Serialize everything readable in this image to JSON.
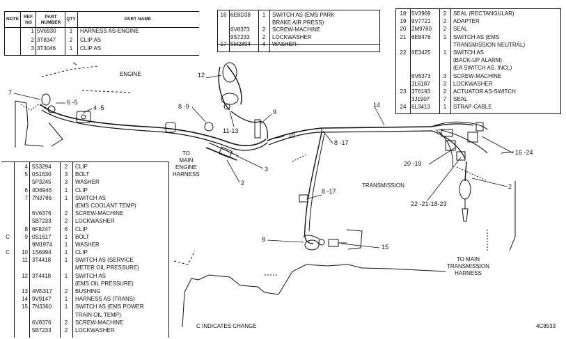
{
  "table_top_left": {
    "headers": {
      "note": "NOTE",
      "ref": "REF. NO",
      "part": "PART NUMBER",
      "qty": "QTY",
      "name": "PART NAME"
    },
    "rows": [
      {
        "note": "",
        "ref": "1",
        "part": "5V6930",
        "qty": "1",
        "name": "HARNESS AS-ENGINE"
      },
      {
        "note": "",
        "ref": "2",
        "part": "3T8347",
        "qty": "2",
        "name": "CLIP AS"
      },
      {
        "note": "",
        "ref": "3",
        "part": "3T3046",
        "qty": "1",
        "name": "CLIP AS"
      }
    ]
  },
  "table_top_middle": {
    "rows": [
      {
        "ref": "16",
        "part": "6E8D38",
        "qty": "1",
        "name": "SWITCH AS (EMS PARK"
      },
      {
        "ref": "",
        "part": "",
        "qty": "",
        "name": "BRAKE AIR PRESS)"
      },
      {
        "ref": "",
        "part": "6V8373",
        "qty": "2",
        "name": "SCREW-MACHINE"
      },
      {
        "ref": "",
        "part": "9S7233",
        "qty": "2",
        "name": "LOCKWASHER"
      },
      {
        "ref": "17",
        "part": "5M2894",
        "qty": "4",
        "name": "WASHER"
      }
    ]
  },
  "table_top_right": {
    "rows": [
      {
        "ref": "18",
        "part": "5V3969",
        "qty": "2",
        "name": "SEAL (RECTANGULAR)"
      },
      {
        "ref": "19",
        "part": "9V7721",
        "qty": "2",
        "name": "ADAPTER"
      },
      {
        "ref": "20",
        "part": "2M9780",
        "qty": "2",
        "name": "SEAL"
      },
      {
        "ref": "21",
        "part": "6E8476",
        "qty": "1",
        "name": "SWITCH AS (EMS"
      },
      {
        "ref": "",
        "part": "",
        "qty": "",
        "name": "TRANSMISSION NEUTRAL)"
      },
      {
        "ref": "22",
        "part": "6E3425",
        "qty": "1",
        "name": "SWITCH AS"
      },
      {
        "ref": "",
        "part": "",
        "qty": "",
        "name": "(BACK-UP ALARM)"
      },
      {
        "ref": "",
        "part": "",
        "qty": "",
        "name": "(EA SWITCH AS. INCL)"
      },
      {
        "ref": "",
        "part": "6V6373",
        "qty": "3",
        "name": "SCREW-MACHINE"
      },
      {
        "ref": "",
        "part": "3L6187",
        "qty": "3",
        "name": "LOCKWASHER"
      },
      {
        "ref": "23",
        "part": "3T6193",
        "qty": "2",
        "name": "ACTUATOR AS-SWITCH"
      },
      {
        "ref": "",
        "part": "3J1907",
        "qty": "7",
        "name": "SEAL"
      },
      {
        "ref": "24",
        "part": "6L3413",
        "qty": "1",
        "name": "STRAP-CABLE"
      }
    ]
  },
  "table_bottom_left": {
    "rows": [
      {
        "note": "",
        "ref": "4",
        "part": "5S3294",
        "qty": "2",
        "name": "CLIP"
      },
      {
        "note": "",
        "ref": "5",
        "part": "0S1630",
        "qty": "3",
        "name": "BOLT"
      },
      {
        "note": "",
        "ref": "",
        "part": "5P3245",
        "qty": "3",
        "name": "WASHER"
      },
      {
        "note": "",
        "ref": "6",
        "part": "4D6946",
        "qty": "1",
        "name": "CLIP"
      },
      {
        "note": "",
        "ref": "7",
        "part": "7N3786",
        "qty": "1",
        "name": "SWITCH AS"
      },
      {
        "note": "",
        "ref": "",
        "part": "",
        "qty": "",
        "name": "(EMS COOLANT TEMP)"
      },
      {
        "note": "",
        "ref": "",
        "part": "6V6376",
        "qty": "2",
        "name": "SCREW-MACHINE"
      },
      {
        "note": "",
        "ref": "",
        "part": "5B7233",
        "qty": "2",
        "name": "LOCKWASHER"
      },
      {
        "note": "",
        "ref": "8",
        "part": "6F8247",
        "qty": "6",
        "name": "CLIP"
      },
      {
        "note": "C",
        "ref": "9",
        "part": "0S1617",
        "qty": "1",
        "name": "BOLT"
      },
      {
        "note": "",
        "ref": "",
        "part": "9M1974",
        "qty": "1",
        "name": "WASHER"
      },
      {
        "note": "C",
        "ref": "10",
        "part": "1S6994",
        "qty": "1",
        "name": "CLIP"
      },
      {
        "note": "",
        "ref": "11",
        "part": "3T4418",
        "qty": "1",
        "name": "SWITCH AS (SERVICE"
      },
      {
        "note": "",
        "ref": "",
        "part": "",
        "qty": "",
        "name": "METER OIL PRESSURE)"
      },
      {
        "note": "",
        "ref": "12",
        "part": "3T4418",
        "qty": "1",
        "name": "SWITCH AS"
      },
      {
        "note": "",
        "ref": "",
        "part": "",
        "qty": "",
        "name": "(EMS OIL PRESSURE)"
      },
      {
        "note": "",
        "ref": "13",
        "part": "4M5317",
        "qty": "2",
        "name": "BUSHING"
      },
      {
        "note": "",
        "ref": "14",
        "part": "9V9147",
        "qty": "1",
        "name": "HARNESS AS (TRANS)"
      },
      {
        "note": "",
        "ref": "15",
        "part": "7N3360",
        "qty": "1",
        "name": "SWITCH AS (EMS POWER"
      },
      {
        "note": "",
        "ref": "",
        "part": "",
        "qty": "",
        "name": "TRAIN OIL TEMP)"
      },
      {
        "note": "",
        "ref": "",
        "part": "6V8376",
        "qty": "2",
        "name": "SCREW-MACHINE"
      },
      {
        "note": "",
        "ref": "",
        "part": "5B7233",
        "qty": "2",
        "name": "LOCKWASHER"
      }
    ]
  },
  "labels": {
    "engine": "ENGINE",
    "to_main_engine_harness": [
      "TO",
      "MAIN",
      "ENGINE",
      "HARNESS"
    ],
    "transmission": "TRANSMISSION",
    "to_main_transmission_harness": [
      "TO MAIN",
      "TRANSMISSION",
      "HARNESS"
    ],
    "change_note": "C  INDICATES CHANGE",
    "figure_number": "4C8533"
  },
  "callouts": {
    "c7": "7",
    "c6_5": "6 -5",
    "c4_5": "4 -5",
    "c12": "12",
    "c8_9": "8 -9",
    "c11_13": "11-13",
    "c9": "9",
    "c10": "10",
    "c3": "3",
    "c2a": "2",
    "c8_17a": "8 -17",
    "c14": "14",
    "c16_24": "16 -24",
    "c20_19": "20 -19",
    "c8_17b": "8 -17",
    "c22_23": "22 -21-18-23",
    "c2b": "2",
    "c8": "8",
    "c15": "15"
  }
}
